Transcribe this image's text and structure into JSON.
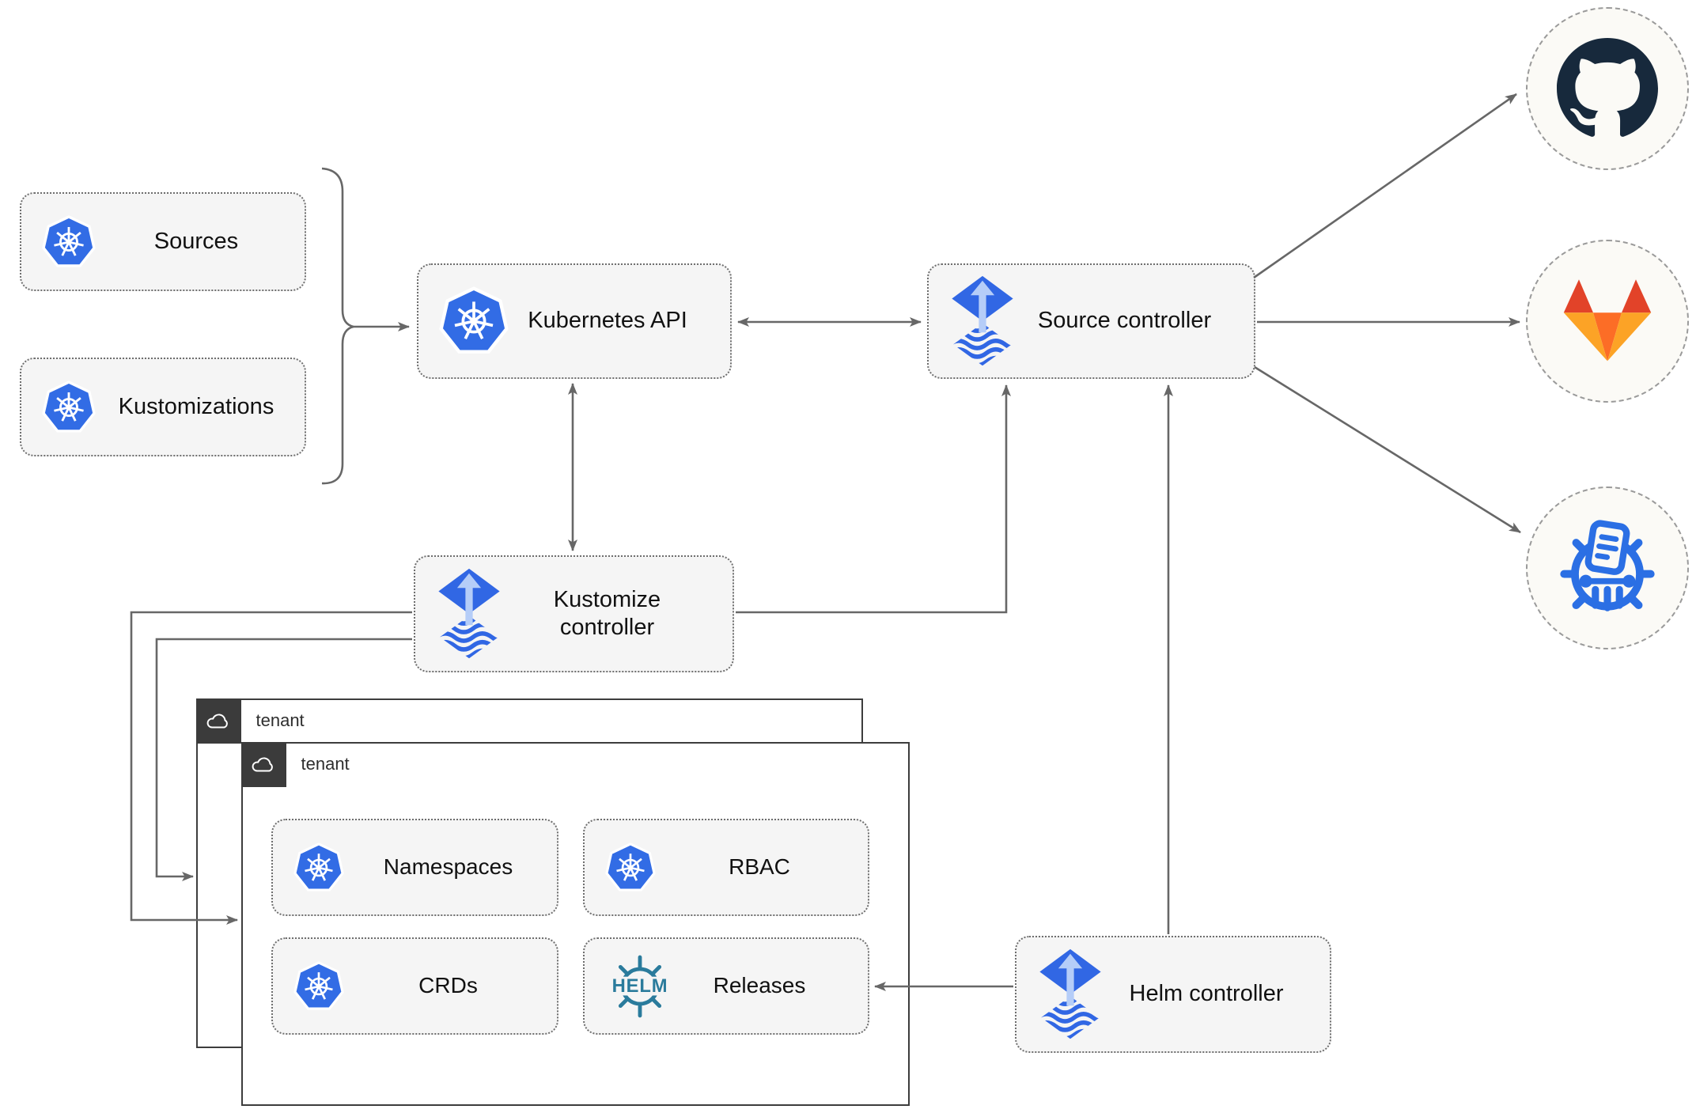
{
  "diagram": {
    "nodes": {
      "sources": {
        "label": "Sources",
        "icon": "kubernetes"
      },
      "kustomizations": {
        "label": "Kustomizations",
        "icon": "kubernetes"
      },
      "kubernetes_api": {
        "label": "Kubernetes API",
        "icon": "kubernetes"
      },
      "source_controller": {
        "label": "Source controller",
        "icon": "flux"
      },
      "kustomize_controller": {
        "label": "Kustomize controller",
        "icon": "flux"
      },
      "helm_controller": {
        "label": "Helm controller",
        "icon": "flux"
      },
      "namespaces": {
        "label": "Namespaces",
        "icon": "kubernetes"
      },
      "rbac": {
        "label": "RBAC",
        "icon": "kubernetes"
      },
      "crds": {
        "label": "CRDs",
        "icon": "kubernetes"
      },
      "releases": {
        "label": "Releases",
        "icon": "helm"
      }
    },
    "groups": {
      "tenant_back": {
        "label": "tenant",
        "icon": "cloud"
      },
      "tenant_front": {
        "label": "tenant",
        "icon": "cloud"
      }
    },
    "externals": {
      "github": {
        "icon": "github-octocat"
      },
      "gitlab": {
        "icon": "gitlab-tanuki"
      },
      "chartmuseum": {
        "icon": "chartmuseum-helm-repo"
      }
    },
    "logo_text": {
      "helm": "HELM"
    },
    "edges": [
      {
        "from": "sources+kustomizations",
        "to": "kubernetes_api",
        "style": "brace-arrow"
      },
      {
        "from": "kubernetes_api",
        "to": "source_controller",
        "style": "double-arrow"
      },
      {
        "from": "kubernetes_api",
        "to": "kustomize_controller",
        "style": "double-arrow"
      },
      {
        "from": "kustomize_controller",
        "to": "source_controller",
        "style": "arrow"
      },
      {
        "from": "helm_controller",
        "to": "source_controller",
        "style": "arrow"
      },
      {
        "from": "helm_controller",
        "to": "releases",
        "style": "arrow"
      },
      {
        "from": "kustomize_controller",
        "to": "tenant_back",
        "style": "arrow"
      },
      {
        "from": "kustomize_controller",
        "to": "tenant_front",
        "style": "arrow"
      },
      {
        "from": "source_controller",
        "to": "github",
        "style": "arrow"
      },
      {
        "from": "source_controller",
        "to": "gitlab",
        "style": "arrow"
      },
      {
        "from": "source_controller",
        "to": "chartmuseum",
        "style": "arrow"
      }
    ],
    "colors": {
      "kubernetes_blue": "#326ce5",
      "flux_blue": "#3167e4",
      "flux_arrow_light": "#b5cdf8",
      "helm_teal": "#2a7b9c",
      "github_dark": "#17293c",
      "gitlab_red": "#e24329",
      "gitlab_orange": "#fc6d26",
      "gitlab_amber": "#fca326",
      "chartmuseum_blue": "#2b6fe4",
      "node_background": "#f5f5f5",
      "connector_gray": "#676767",
      "tenant_border": "#3d3d3d",
      "circle_background": "#fbfaf6"
    }
  }
}
